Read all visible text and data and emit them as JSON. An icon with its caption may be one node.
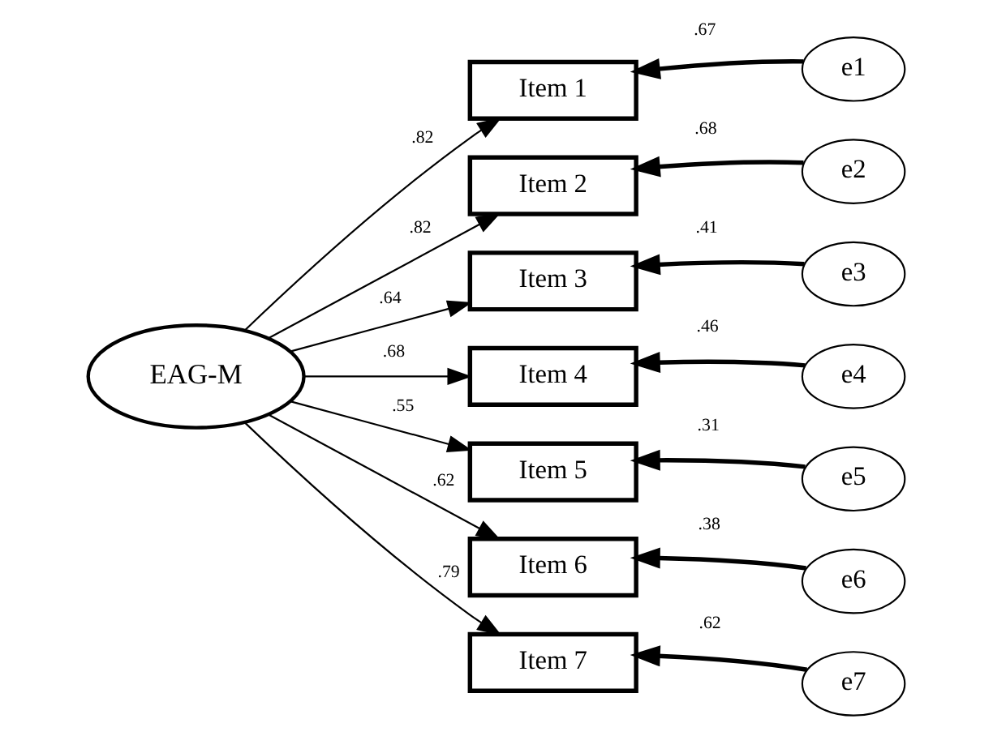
{
  "diagram": {
    "nodes": [
      {
        "text": [
          "EAG-M"
        ]
      },
      {
        "text": [
          "Item 1"
        ]
      },
      {
        "text": [
          "Item 2"
        ]
      },
      {
        "text": [
          "Item 3"
        ]
      },
      {
        "text": [
          "Item 4"
        ]
      },
      {
        "text": [
          "Item 5"
        ]
      },
      {
        "text": [
          "Item 6"
        ]
      },
      {
        "text": [
          "Item 7"
        ]
      },
      {
        "text": [
          "e1"
        ]
      },
      {
        "text": [
          "e2"
        ]
      },
      {
        "text": [
          "e3"
        ]
      },
      {
        "text": [
          "e4"
        ]
      },
      {
        "text": [
          "e5"
        ]
      },
      {
        "text": [
          "e6"
        ]
      },
      {
        "text": [
          "e7"
        ]
      }
    ],
    "edges": [
      {
        "from": 0,
        "to": 1,
        "arrow": "to",
        "label": ".82"
      },
      {
        "from": 0,
        "to": 2,
        "arrow": "to",
        "label": ".82"
      },
      {
        "from": 0,
        "to": 3,
        "arrow": "to",
        "label": ".64"
      },
      {
        "from": 0,
        "to": 4,
        "arrow": "to",
        "label": ".68"
      },
      {
        "from": 0,
        "to": 5,
        "arrow": "to",
        "label": ".55"
      },
      {
        "from": 0,
        "to": 6,
        "arrow": "to",
        "label": ".62"
      },
      {
        "from": 0,
        "to": 7,
        "arrow": "to",
        "label": ".79"
      },
      {
        "from": 8,
        "to": 1,
        "arrow": "to",
        "label": ".67",
        "style": "thick"
      },
      {
        "from": 9,
        "to": 2,
        "arrow": "to",
        "label": ".68",
        "style": "thick"
      },
      {
        "from": 10,
        "to": 3,
        "arrow": "to",
        "label": ".41",
        "style": "thick"
      },
      {
        "from": 11,
        "to": 4,
        "arrow": "to",
        "label": ".46",
        "style": "thick"
      },
      {
        "from": 12,
        "to": 5,
        "arrow": "to",
        "label": ".31",
        "style": "thick"
      },
      {
        "from": 13,
        "to": 6,
        "arrow": "to",
        "label": ".38",
        "style": "thick"
      },
      {
        "from": 14,
        "to": 7,
        "arrow": "to",
        "label": ".62",
        "style": "thick"
      }
    ]
  }
}
